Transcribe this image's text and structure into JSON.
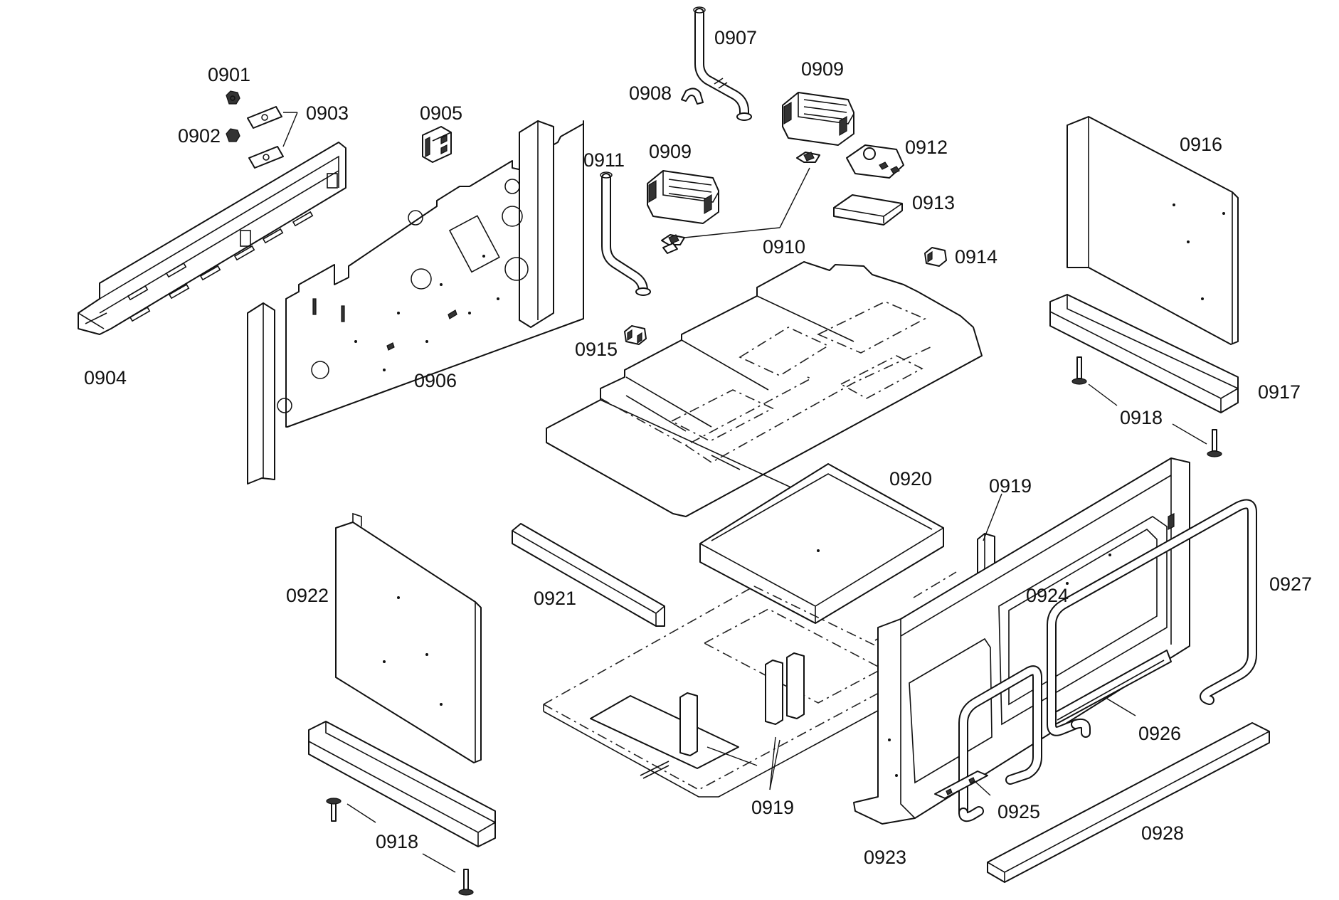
{
  "diagram": {
    "labels": {
      "p0901": "0901",
      "p0902": "0902",
      "p0903": "0903",
      "p0904": "0904",
      "p0905": "0905",
      "p0906": "0906",
      "p0907": "0907",
      "p0908": "0908",
      "p0909a": "0909",
      "p0909b": "0909",
      "p0910": "0910",
      "p0911": "0911",
      "p0912": "0912",
      "p0913": "0913",
      "p0914": "0914",
      "p0915": "0915",
      "p0916": "0916",
      "p0917": "0917",
      "p0918a": "0918",
      "p0918b": "0918",
      "p0919a": "0919",
      "p0919b": "0919",
      "p0920": "0920",
      "p0921": "0921",
      "p0922": "0922",
      "p0923": "0923",
      "p0924": "0924",
      "p0925": "0925",
      "p0926": "0926",
      "p0927": "0927",
      "p0928": "0928"
    }
  }
}
